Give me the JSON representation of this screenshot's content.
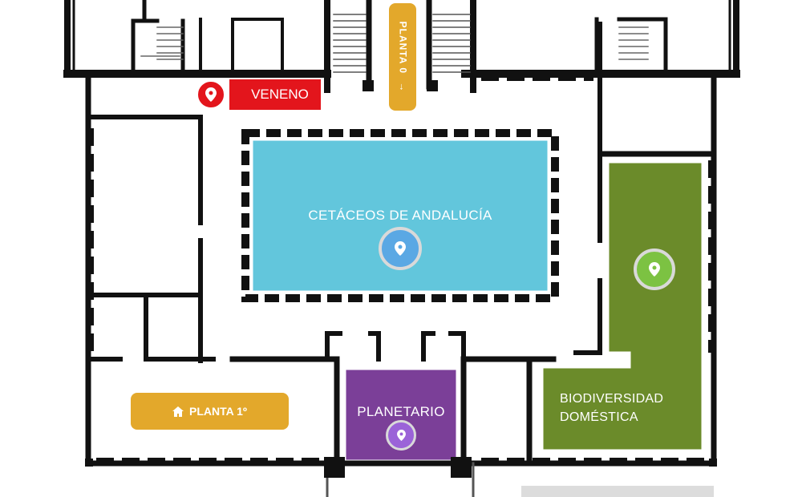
{
  "rooms": {
    "cetaceos": {
      "label": "CETÁCEOS DE ANDALUCÍA",
      "color": "#62c6dc",
      "pin_color": "#5aa8e4"
    },
    "biodiversidad": {
      "label_line1": "BIODIVERSIDAD",
      "label_line2": "DOMÉSTICA",
      "color": "#6b8b2a",
      "pin_color": "#7cc242"
    },
    "planetario": {
      "label": "PLANETARIO",
      "color": "#7b3f98",
      "pin_color": "#9b63d8"
    }
  },
  "veneno": {
    "label": "VENENO",
    "color": "#e3151c"
  },
  "navigation": {
    "planta0": {
      "label": "PLANTA 0",
      "arrow": "→",
      "color": "#e3a82b"
    },
    "planta1": {
      "label": "PLANTA 1º",
      "icon": "home-icon",
      "color": "#e3a82b"
    }
  },
  "colors": {
    "walls": "#111111"
  }
}
